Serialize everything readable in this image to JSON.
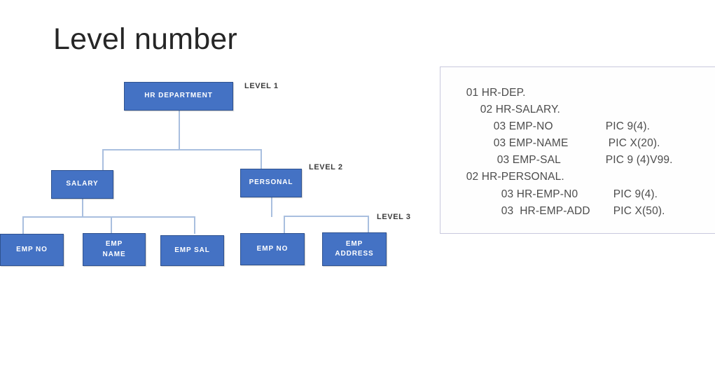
{
  "slide": {
    "title": "Level number",
    "background_color": "#FFFFFF"
  },
  "theme": {
    "node_fill": "#4472C4",
    "node_border": "#2F528F",
    "node_text": "#FFFFFF",
    "connector_color": "#A9BFDF",
    "level_label_color": "#3B3B3B",
    "code_text_color": "#4C4C4C",
    "code_panel_border": "#C9C9DE"
  },
  "diagram": {
    "nodes": [
      {
        "id": "hr-department",
        "label": "HR  DEPARTMENT",
        "level": 1
      },
      {
        "id": "salary",
        "label": "SALARY",
        "level": 2
      },
      {
        "id": "personal",
        "label": "PERSONAL",
        "level": 2
      },
      {
        "id": "emp-no-1",
        "label": "EMP NO",
        "level": 3
      },
      {
        "id": "emp-name",
        "label": "EMP\nNAME",
        "level": 3,
        "line1": "EMP",
        "line2": "NAME"
      },
      {
        "id": "emp-sal",
        "label": "EMP SAL",
        "level": 3
      },
      {
        "id": "emp-no-2",
        "label": "EMP NO",
        "level": 3
      },
      {
        "id": "emp-address",
        "label": "EMP\nADDRESS",
        "level": 3,
        "line1": "EMP",
        "line2": "ADDRESS"
      }
    ],
    "level_labels": [
      {
        "id": "level-1",
        "text": "LEVEL 1"
      },
      {
        "id": "level-2",
        "text": "LEVEL 2"
      },
      {
        "id": "level-3",
        "text": "LEVEL 3"
      }
    ]
  },
  "code_panel": {
    "lines": [
      {
        "indent": 0,
        "text": "01 HR-DEP.",
        "pic": ""
      },
      {
        "indent": 1,
        "text": "02 HR-SALARY.",
        "pic": ""
      },
      {
        "indent": 2,
        "text": "03 EMP-NO",
        "pic": "PIC 9(4)."
      },
      {
        "indent": 2,
        "text": "03 EMP-NAME",
        "pic": "PIC X(20)."
      },
      {
        "indent": 2,
        "text": "03 EMP-SAL",
        "pic": "PIC 9 (4)V99."
      },
      {
        "indent": 0,
        "text": "02 HR-PERSONAL.",
        "pic": ""
      },
      {
        "indent": 3,
        "text": "03 HR-EMP-N0",
        "pic": "PIC 9(4)."
      },
      {
        "indent": 3,
        "text": "03  HR-EMP-ADD",
        "pic": "PIC X(50)."
      }
    ]
  }
}
